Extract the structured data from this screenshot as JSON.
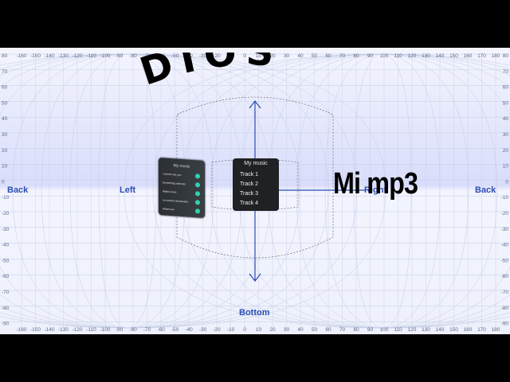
{
  "top_ticks": [
    "-160",
    "-150",
    "-140",
    "-130",
    "-120",
    "-110",
    "-100",
    "-90",
    "-80",
    "-70",
    "-60",
    "-50",
    "-40",
    "-30",
    "-20",
    "-10",
    "0",
    "10",
    "20",
    "30",
    "40",
    "50",
    "60",
    "70",
    "80",
    "90",
    "100",
    "110",
    "120",
    "130",
    "140",
    "150",
    "160",
    "170",
    "180"
  ],
  "side_ticks": [
    "80",
    "70",
    "60",
    "50",
    "40",
    "30",
    "20",
    "10",
    "0",
    "-10",
    "-20",
    "-30",
    "-40",
    "-50",
    "-60",
    "-70",
    "-80",
    "-90"
  ],
  "labels": {
    "back_left": "Back",
    "left": "Left",
    "right": "Right",
    "back_right": "Back",
    "bottom": "Bottom"
  },
  "logo_text": "DIOS",
  "overlay_title": "Mi mp3",
  "left_panel": {
    "title": "My music",
    "rows": [
      "I cannot see you",
      "Something unknown",
      "Walks home",
      "La cancion del planeta",
      "Alfred rein"
    ]
  },
  "center_panel": {
    "title": "My music",
    "tracks": [
      "Track 1",
      "Track 2",
      "Track 3",
      "Track 4"
    ]
  },
  "colors": {
    "grid_line": "#c4cde6",
    "sky": "#d9ddfb",
    "floor": "#eef0fb",
    "axis": "#2a4db3",
    "accent": "#2fd1b4"
  }
}
